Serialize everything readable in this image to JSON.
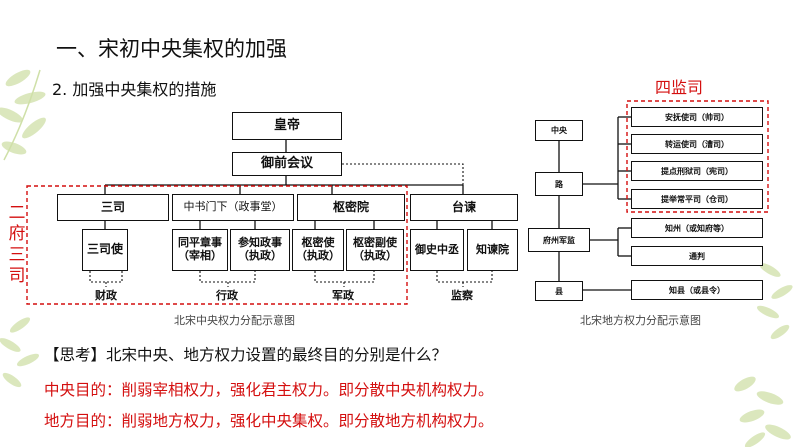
{
  "heading": "一、宋初中央集权的加强",
  "subheading": "2. 加强中央集权的措施",
  "central_chart": {
    "emperor": "皇帝",
    "council": "御前会议",
    "sansi": "三司",
    "zhongshu": "中书门下（政事堂）",
    "shumi": "枢密院",
    "taijian": "台谏",
    "sansi_shi": "三司使",
    "tongping_1": "同平章事",
    "tongping_2": "（宰相）",
    "canzhi_1": "参知政事",
    "canzhi_2": "（执政）",
    "shumishi_1": "枢密使",
    "shumishi_2": "（执政）",
    "shumifushi_1": "枢密副使",
    "shumifushi_2": "（执政）",
    "yushi": "御史中丞",
    "zhijian": "知谏院",
    "caizheng": "财政",
    "xingzheng": "行政",
    "junzheng": "军政",
    "jiancha": "监察",
    "side_label": [
      "二",
      "府",
      "三",
      "司"
    ],
    "caption": "北宋中央权力分配示意图"
  },
  "local_chart": {
    "title": "四监司",
    "zhongyang": "中央",
    "lu": "路",
    "fuzhou": "府州军监",
    "xian": "县",
    "anfu": "安抚使司（帅司）",
    "zhuanyun": "转运使司（漕司）",
    "tidian": "提点刑狱司（宪司）",
    "tiju": "提举常平司（仓司）",
    "zhizhou": "知州（或知府等）",
    "tongpan": "通判",
    "zhixian": "知县（或县令）",
    "caption": "北宋地方权力分配示意图"
  },
  "question": "【思考】北宋中央、地方权力设置的最终目的分别是什么？",
  "answer_central": "中央目的：削弱宰相权力，强化君主权力。即分散中央机构权力。",
  "answer_local": "地方目的：削弱地方权力，强化中央集权。即分散地方机构权力。",
  "colors": {
    "accent_red": "#d40f0f",
    "leaf_green": "#c9dca0"
  }
}
